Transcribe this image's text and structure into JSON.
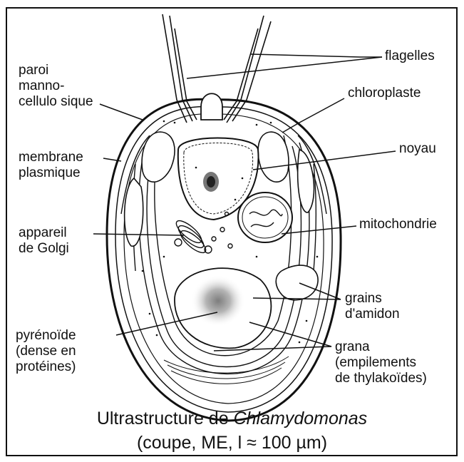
{
  "labels": {
    "flagelles": "flagelles",
    "paroi": [
      "paroi",
      "manno-",
      "cellulo sique"
    ],
    "chloroplaste": "chloroplaste",
    "noyau": "noyau",
    "membrane": [
      "membrane",
      "plasmique"
    ],
    "mitochondrie": "mitochondrie",
    "golgi": [
      "appareil",
      "de Golgi"
    ],
    "amidon": [
      "grains",
      "d'amidon"
    ],
    "pyrenoide": [
      "pyrénoïde",
      "(dense en",
      "protéines)"
    ],
    "grana": [
      "grana",
      "(empilements",
      "de thylakoïdes)"
    ]
  },
  "caption": {
    "line1_prefix": "Ultrastructure de ",
    "line1_species": "Chlamydomonas",
    "line2": "(coupe, ME, l ≈ 100 µm)"
  },
  "colors": {
    "ink": "#111111",
    "pyrenoid": "#8a8a8a"
  }
}
